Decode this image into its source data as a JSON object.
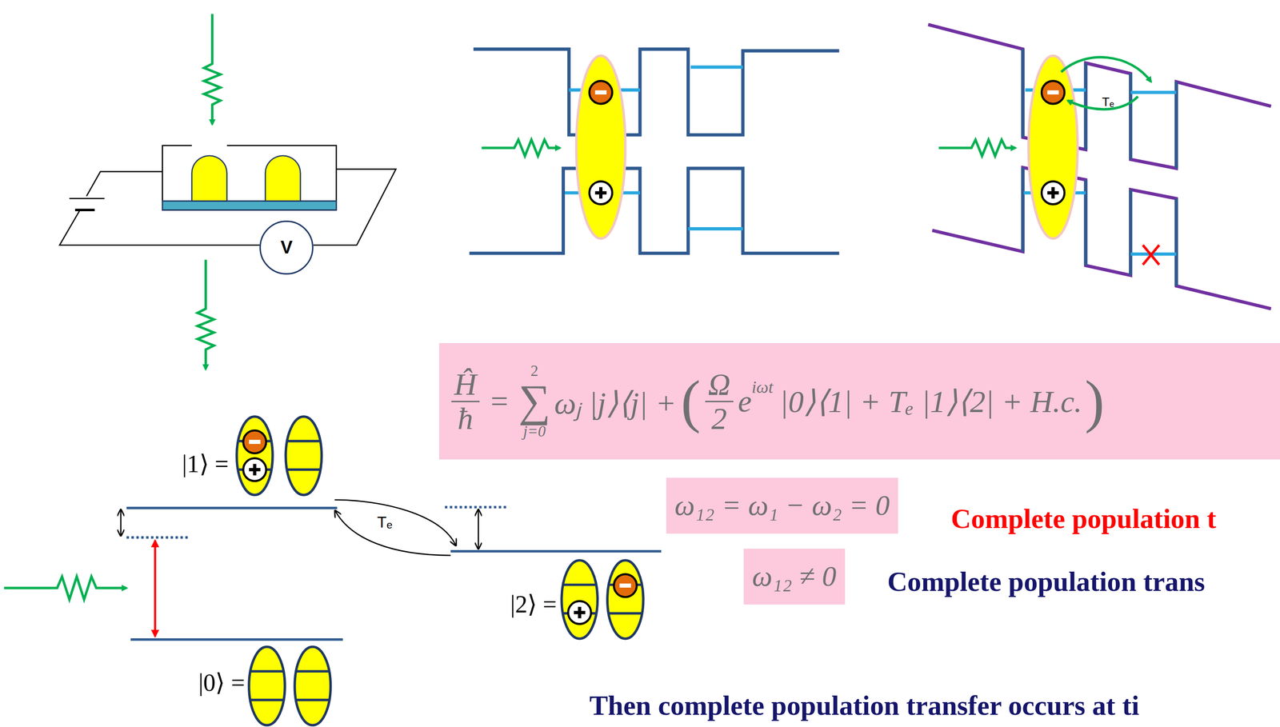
{
  "diagram": {
    "nodes": [
      {
        "text": [
          "V"
        ]
      },
      {
        "text": [
          "Ĥ",
          "ħ",
          "=",
          "2",
          "∑",
          "j=0",
          "ωⱼ |j⟩⟨j| +",
          "(",
          "Ω",
          "2",
          "e",
          "iωt",
          "|0⟩⟨1| + Tₑ |1⟩⟨2| + H.c.",
          ")"
        ]
      },
      {
        "text": [
          "ω₁₂ = ω₁ − ω₂ = 0"
        ]
      },
      {
        "text": [
          "ω₁₂ ≠ 0"
        ]
      }
    ],
    "labels": [
      "Tₑ",
      "|1⟩ =",
      "|2⟩ =",
      "|0⟩ =",
      "Tₑ",
      "Complete population t",
      "Complete population trans",
      "Then complete population transfer occurs at ti"
    ]
  }
}
